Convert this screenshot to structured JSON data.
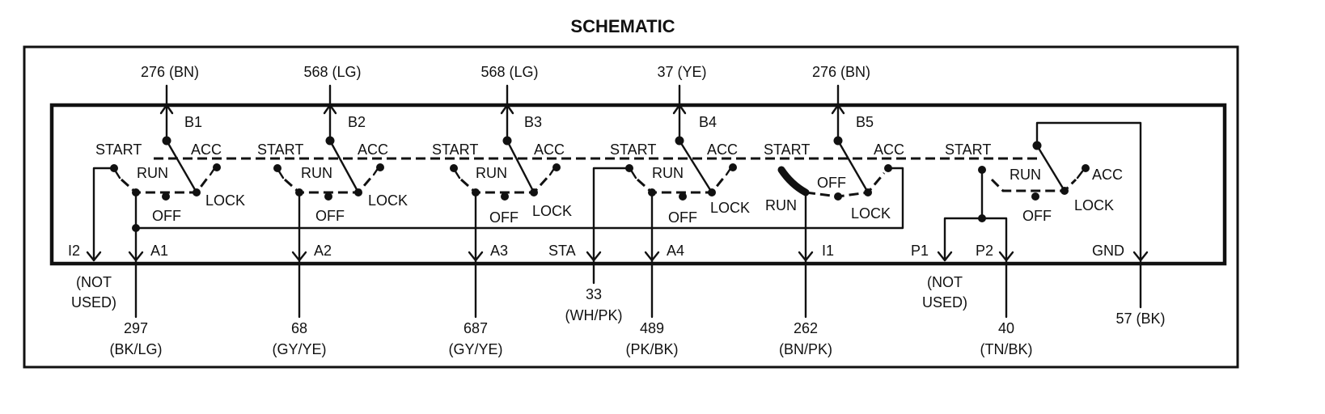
{
  "title": "SCHEMATIC",
  "switches": [
    {
      "id": "1",
      "battery_wire": "276 (BN)",
      "battery_terminal": "B1",
      "positions": {
        "start": "START",
        "acc": "ACC",
        "run": "RUN",
        "off": "OFF",
        "lock": "LOCK"
      },
      "terminal": "A1",
      "wire_number": "297",
      "wire_color": "(BK/LG)"
    },
    {
      "id": "2",
      "battery_wire": "568 (LG)",
      "battery_terminal": "B2",
      "positions": {
        "start": "START",
        "acc": "ACC",
        "run": "RUN",
        "off": "OFF",
        "lock": "LOCK"
      },
      "terminal": "A2",
      "wire_number": "68",
      "wire_color": "(GY/YE)"
    },
    {
      "id": "3",
      "battery_wire": "568 (LG)",
      "battery_terminal": "B3",
      "positions": {
        "start": "START",
        "acc": "ACC",
        "run": "RUN",
        "off": "OFF",
        "lock": "LOCK"
      },
      "terminal": "A3",
      "wire_number": "687",
      "wire_color": "(GY/YE)"
    },
    {
      "id": "4",
      "battery_wire": "37 (YE)",
      "battery_terminal": "B4",
      "positions": {
        "start": "START",
        "acc": "ACC",
        "run": "RUN",
        "off": "OFF",
        "lock": "LOCK"
      },
      "terminal": "A4",
      "wire_number": "489",
      "wire_color": "(PK/BK)",
      "start_terminal": "STA",
      "start_wire_number": "33",
      "start_wire_color": "(WH/PK)"
    },
    {
      "id": "5",
      "battery_wire": "276 (BN)",
      "battery_terminal": "B5",
      "positions": {
        "start": "START",
        "acc": "ACC",
        "run": "RUN",
        "off": "OFF",
        "lock": "LOCK"
      },
      "terminal": "I1",
      "wire_number": "262",
      "wire_color": "(BN/PK)"
    },
    {
      "id": "6",
      "positions": {
        "start": "START",
        "acc": "ACC",
        "run": "RUN",
        "off": "OFF",
        "lock": "LOCK"
      },
      "terminal_p1": "P1",
      "terminal_p2": "P2",
      "terminal_gnd": "GND",
      "p1_note_1": "(NOT",
      "p1_note_2": "USED)",
      "p2_wire_number": "40",
      "p2_wire_color": "(TN/BK)",
      "gnd_wire": "57 (BK)"
    }
  ],
  "i2": {
    "terminal": "I2",
    "note_1": "(NOT",
    "note_2": "USED)"
  }
}
